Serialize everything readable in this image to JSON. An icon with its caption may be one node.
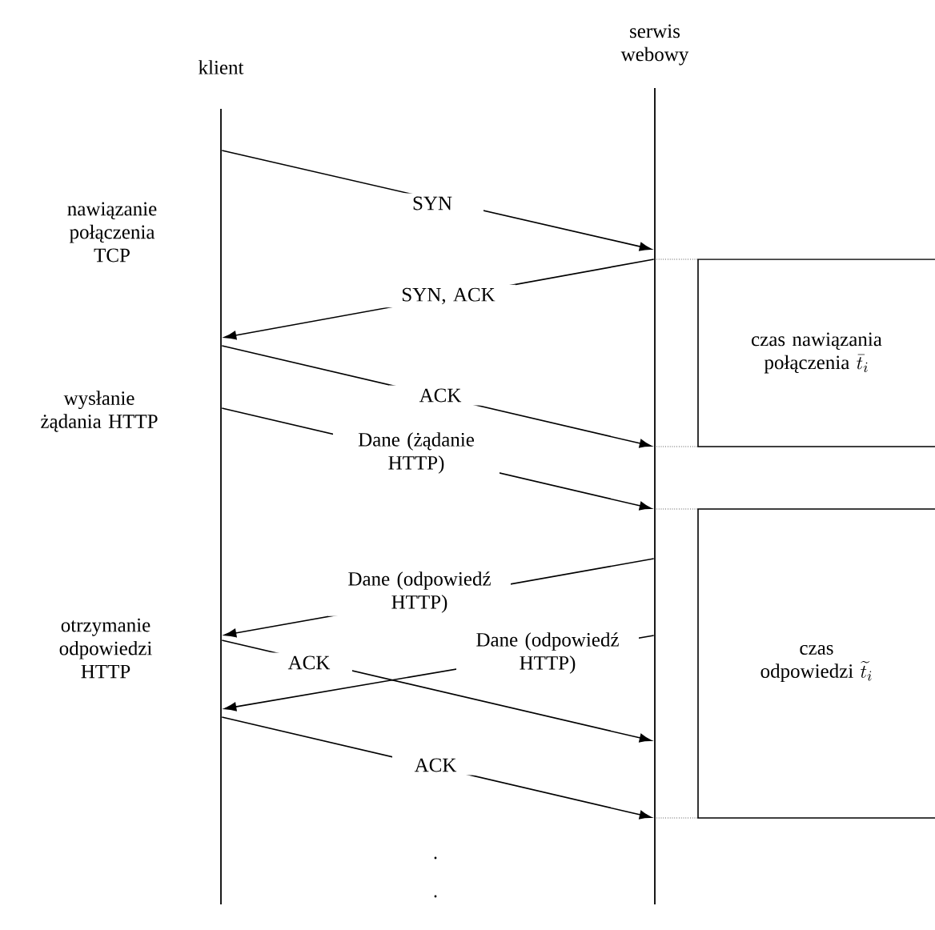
{
  "diagram": {
    "nodes": [
      {
        "text": [],
        "shape": "bar",
        "beside": [
          "klient"
        ]
      },
      {
        "text": [],
        "shape": "bar",
        "beside": [
          "serwis webowy"
        ]
      },
      {
        "text": [
          "czas nawiązania połączenia",
          "\\bar{t}_i"
        ]
      },
      {
        "text": [
          "czas odpowiedzi",
          "\\widetilde{t}_i"
        ]
      }
    ],
    "edges": [
      {
        "from": 0,
        "to": 1,
        "arrow": "to",
        "label": "SYN"
      },
      {
        "from": 1,
        "to": 0,
        "arrow": "to",
        "label": "SYN, ACK"
      },
      {
        "from": 0,
        "to": 1,
        "arrow": "to",
        "label": "ACK"
      },
      {
        "from": 0,
        "to": 1,
        "arrow": "to",
        "label": "Dane (żądanie HTTP)"
      },
      {
        "from": 1,
        "to": 0,
        "arrow": "to",
        "label": "Dane (odpowiedź HTTP)"
      },
      {
        "from": 0,
        "to": 1,
        "arrow": "to",
        "label": "ACK"
      },
      {
        "from": 1,
        "to": 0,
        "arrow": "to",
        "label": "Dane (odpowiedź HTTP)"
      },
      {
        "from": 0,
        "to": 1,
        "arrow": "to",
        "label": "ACK"
      }
    ],
    "labels": [
      "nawiązanie połączenia TCP",
      "wysłanie żądania HTTP",
      "otrzymanie odpowiedzi HTTP"
    ]
  }
}
